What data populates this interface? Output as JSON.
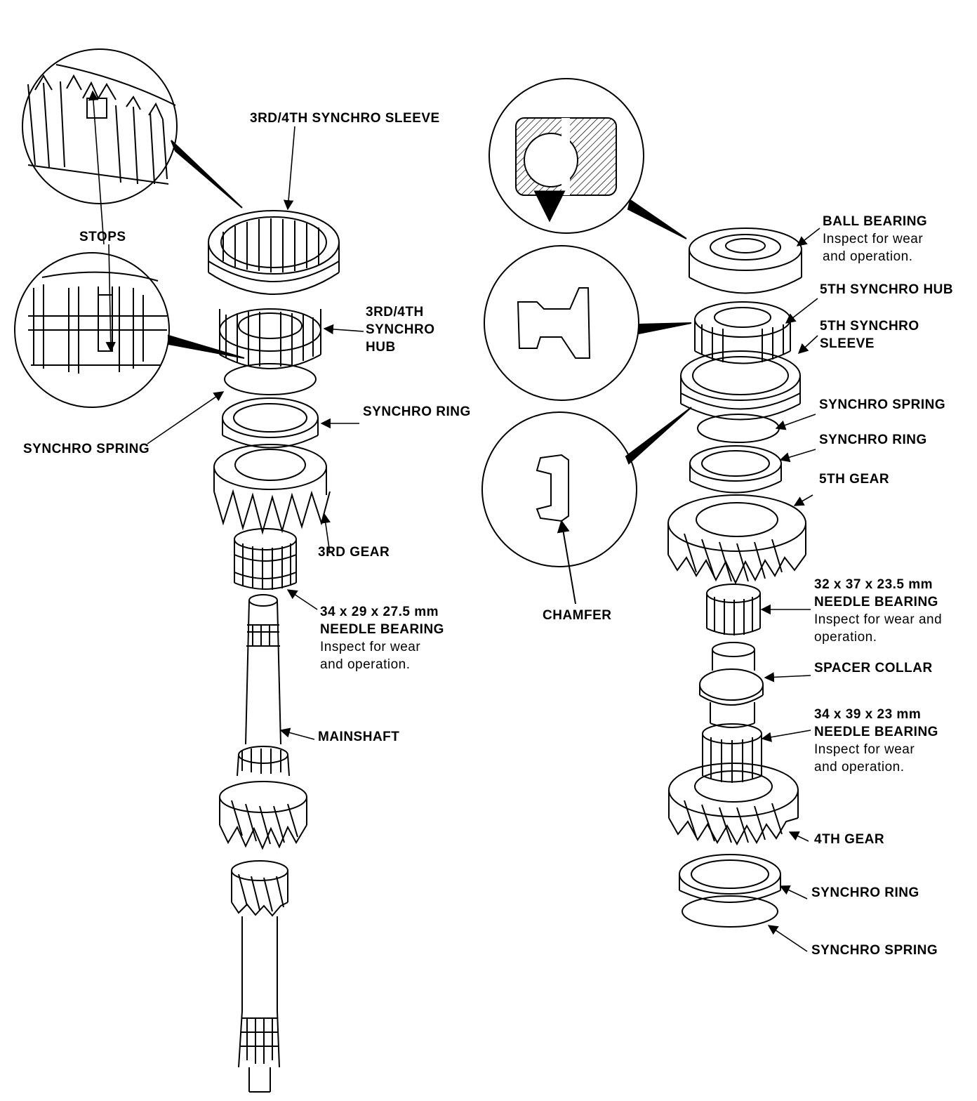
{
  "labels": {
    "sleeve_34": "3RD/4TH SYNCHRO SLEEVE",
    "stops": "STOPS",
    "hub_34": [
      "3RD/4TH",
      "SYNCHRO",
      "HUB"
    ],
    "synchro_ring_left": "SYNCHRO RING",
    "synchro_spring_left": "SYNCHRO SPRING",
    "gear_3rd": "3RD GEAR",
    "needle_left": {
      "size": "34 x 29 x 27.5 mm",
      "name": "NEEDLE BEARING",
      "note": [
        "Inspect for wear",
        "and operation."
      ]
    },
    "mainshaft": "MAINSHAFT",
    "chamfer": "CHAMFER",
    "ball_bearing": {
      "name": "BALL BEARING",
      "note": [
        "Inspect for wear",
        "and operation."
      ]
    },
    "hub_5th": "5TH SYNCHRO HUB",
    "sleeve_5th": [
      "5TH SYNCHRO",
      "SLEEVE"
    ],
    "synchro_spring_r1": "SYNCHRO SPRING",
    "synchro_ring_r1": "SYNCHRO RING",
    "gear_5th": "5TH GEAR",
    "needle_r1": {
      "size": "32 x 37 x 23.5 mm",
      "name": "NEEDLE BEARING",
      "note": [
        "Inspect for wear and",
        "operation."
      ]
    },
    "spacer_collar": "SPACER COLLAR",
    "needle_r2": {
      "size": "34 x 39 x 23 mm",
      "name": "NEEDLE BEARING",
      "note": [
        "Inspect for wear",
        "and operation."
      ]
    },
    "gear_4th": "4TH GEAR",
    "synchro_ring_r2": "SYNCHRO RING",
    "synchro_spring_r2": "SYNCHRO SPRING"
  }
}
